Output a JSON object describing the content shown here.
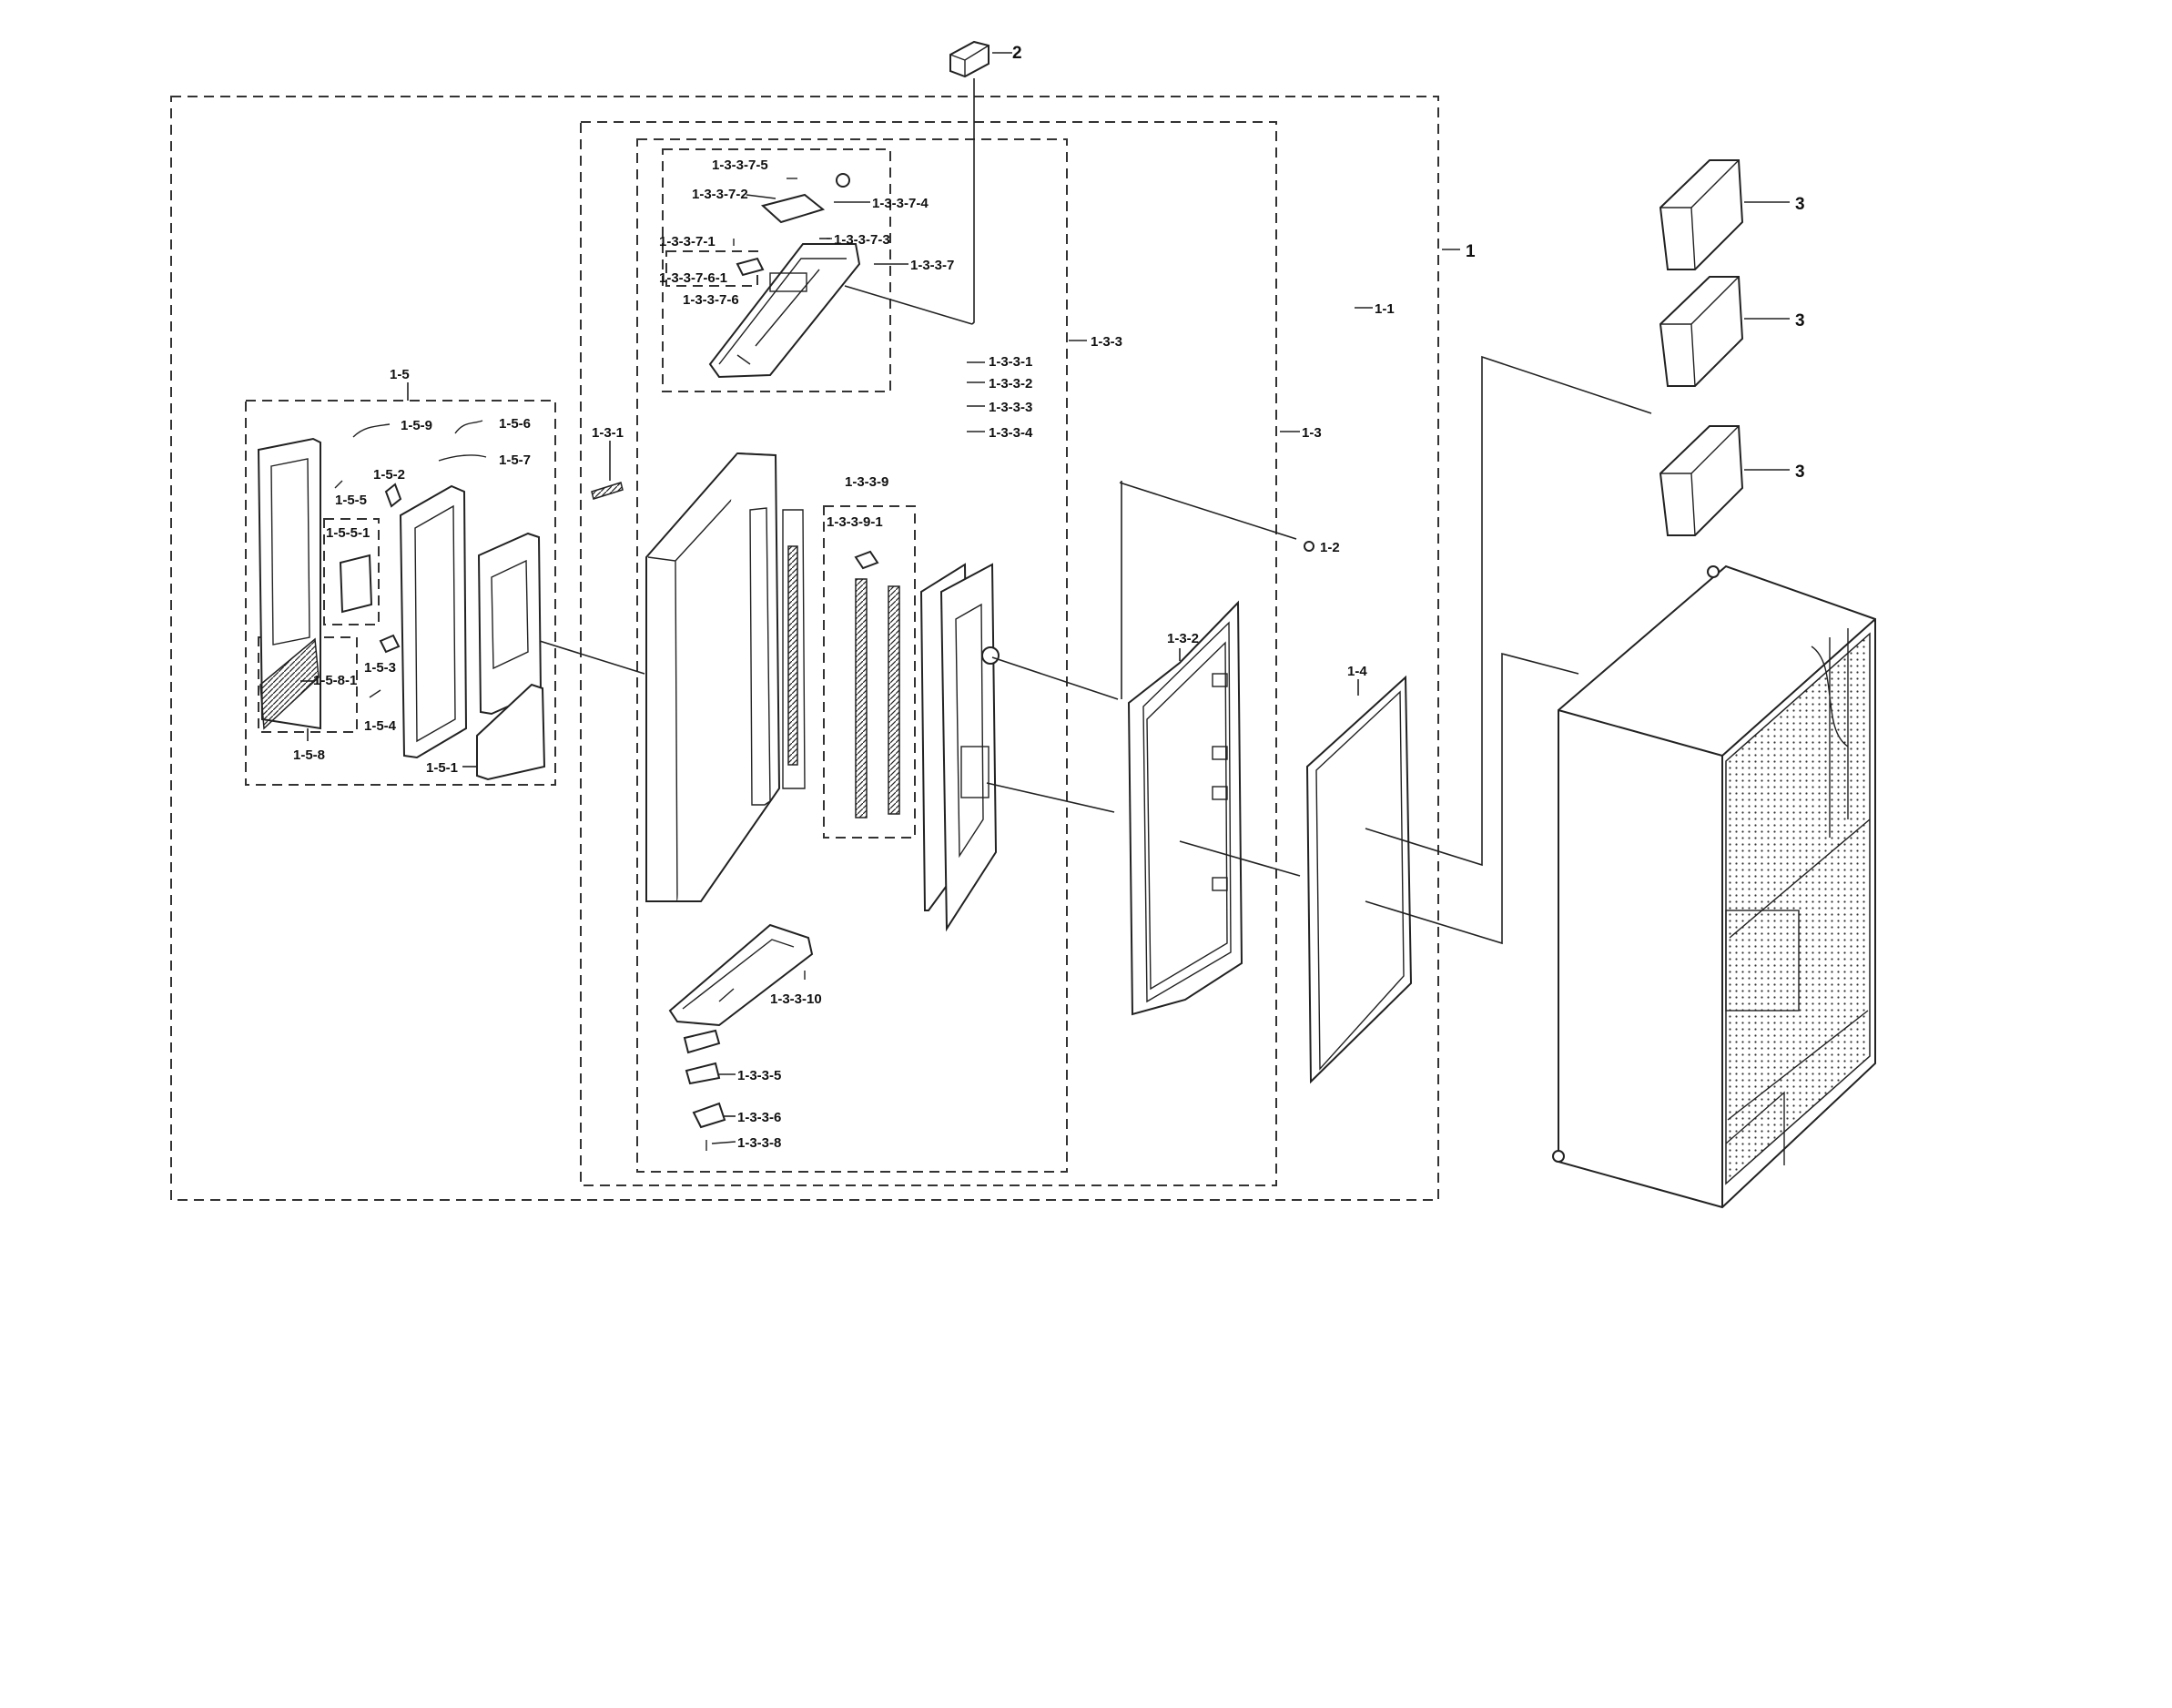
{
  "callouts": {
    "c1": "1",
    "c2": "2",
    "c3a": "3",
    "c3b": "3",
    "c3c": "3",
    "c1_1": "1-1",
    "c1_2": "1-2",
    "c1_3": "1-3",
    "c1_4": "1-4",
    "c1_3_1": "1-3-1",
    "c1_3_2": "1-3-2",
    "c1_3_3": "1-3-3",
    "c1_3_3_1": "1-3-3-1",
    "c1_3_3_2": "1-3-3-2",
    "c1_3_3_3": "1-3-3-3",
    "c1_3_3_4": "1-3-3-4",
    "c1_3_3_5": "1-3-3-5",
    "c1_3_3_6": "1-3-3-6",
    "c1_3_3_8": "1-3-3-8",
    "c1_3_3_9": "1-3-3-9",
    "c1_3_3_9_1": "1-3-3-9-1",
    "c1_3_3_10": "1-3-3-10",
    "c1_3_3_7": "1-3-3-7",
    "c1_3_3_7_1": "1-3-3-7-1",
    "c1_3_3_7_2": "1-3-3-7-2",
    "c1_3_3_7_3": "1-3-3-7-3",
    "c1_3_3_7_4": "1-3-3-7-4",
    "c1_3_3_7_5": "1-3-3-7-5",
    "c1_3_3_7_6": "1-3-3-7-6",
    "c1_3_3_7_6_1": "1-3-3-7-6-1",
    "c1_5": "1-5",
    "c1_5_1": "1-5-1",
    "c1_5_2": "1-5-2",
    "c1_5_3": "1-5-3",
    "c1_5_4": "1-5-4",
    "c1_5_5": "1-5-5",
    "c1_5_5_1": "1-5-5-1",
    "c1_5_6": "1-5-6",
    "c1_5_7": "1-5-7",
    "c1_5_8": "1-5-8",
    "c1_5_8_1": "1-5-8-1",
    "c1_5_9": "1-5-9"
  }
}
